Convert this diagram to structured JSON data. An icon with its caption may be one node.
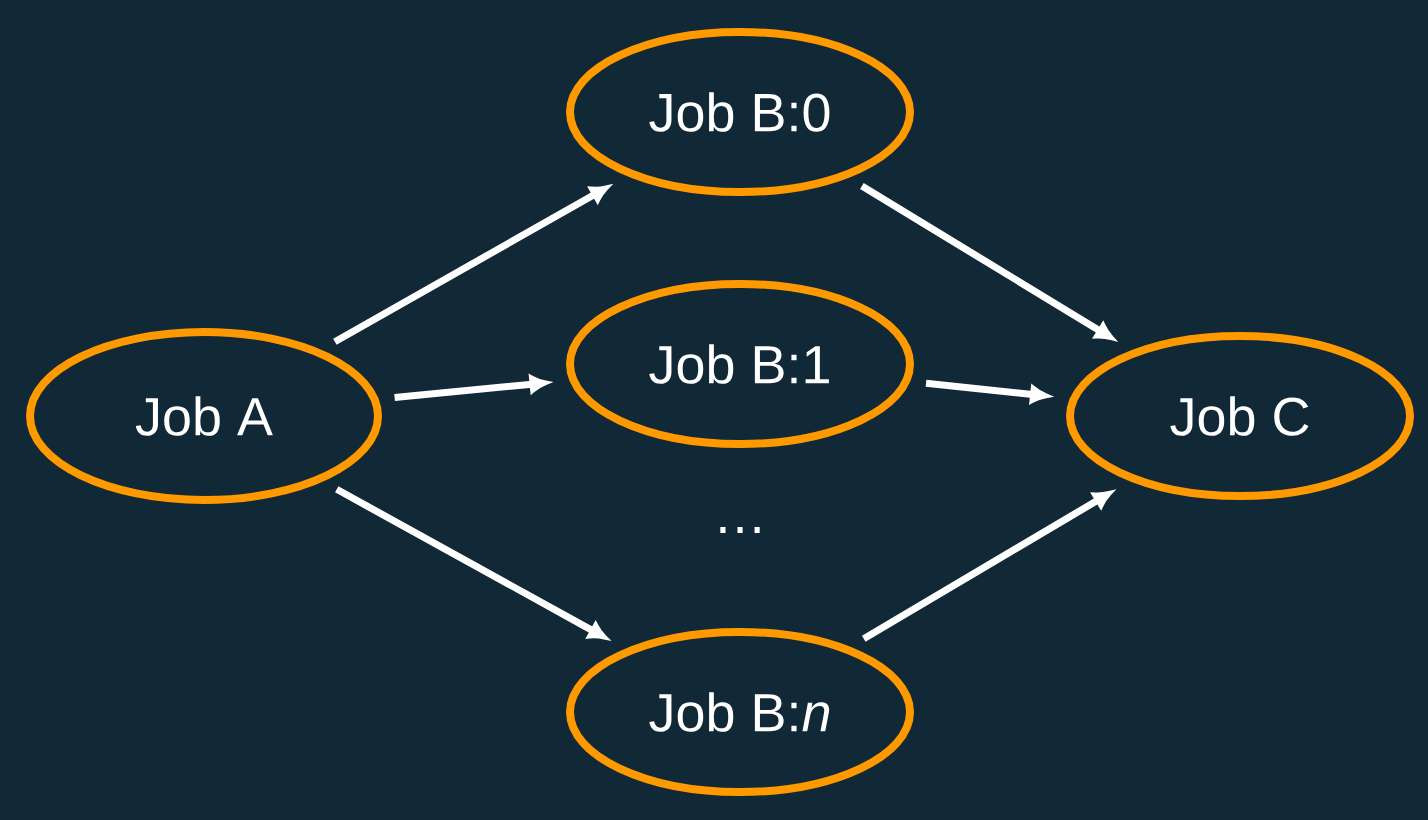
{
  "diagram": {
    "nodes": [
      {
        "text": [
          "Job A"
        ]
      },
      {
        "text": [
          "Job B:0"
        ]
      },
      {
        "text": [
          "Job B:1"
        ]
      },
      {
        "text": [
          "Job B:*n*"
        ]
      },
      {
        "text": [
          "Job C"
        ]
      }
    ],
    "edges": [
      {
        "from": 0,
        "to": 1,
        "arrow": "to"
      },
      {
        "from": 0,
        "to": 2,
        "arrow": "to"
      },
      {
        "from": 0,
        "to": 3,
        "arrow": "to"
      },
      {
        "from": 1,
        "to": 4,
        "arrow": "to"
      },
      {
        "from": 2,
        "to": 4,
        "arrow": "to"
      },
      {
        "from": 3,
        "to": 4,
        "arrow": "to"
      }
    ],
    "labels": [
      "…"
    ]
  }
}
